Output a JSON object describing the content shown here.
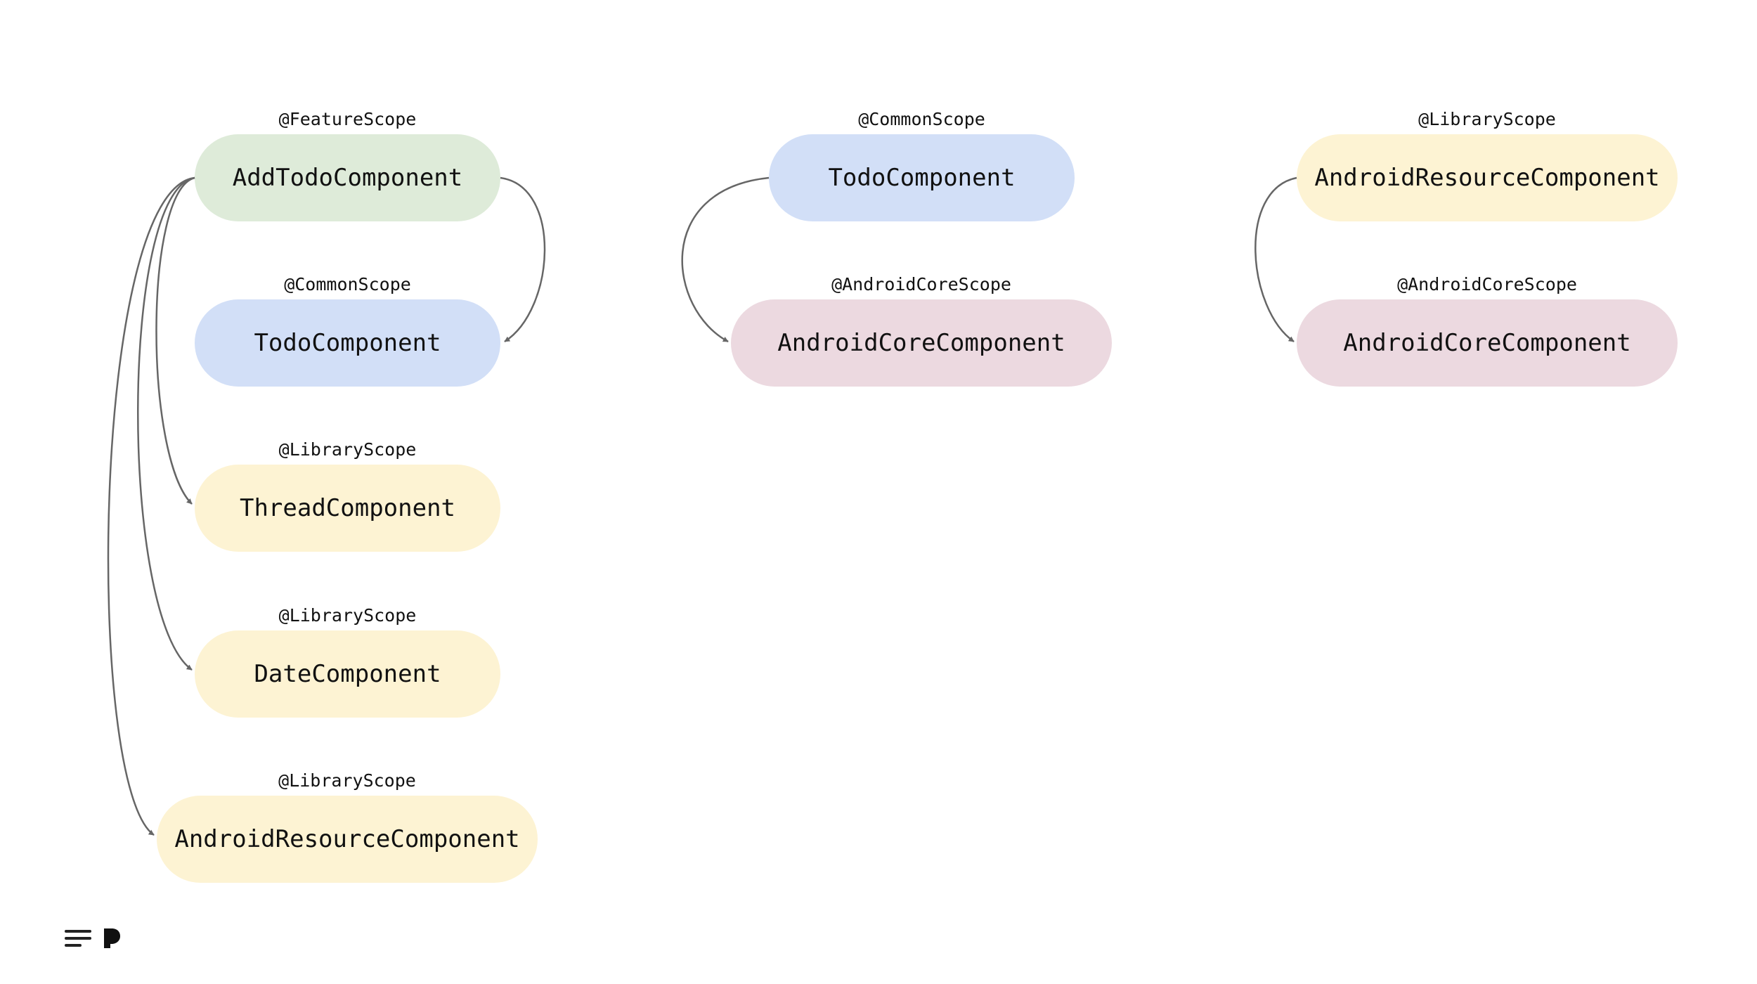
{
  "colors": {
    "feature": "#deebd9",
    "common": "#d2dff7",
    "library": "#fdf3d3",
    "androidcore": "#ecd9e0",
    "edge": "#666666"
  },
  "groups": [
    {
      "nodes": [
        {
          "scope": "@FeatureScope",
          "name": "AddTodoComponent",
          "color_key": "feature"
        },
        {
          "scope": "@CommonScope",
          "name": "TodoComponent",
          "color_key": "common"
        },
        {
          "scope": "@LibraryScope",
          "name": "ThreadComponent",
          "color_key": "library"
        },
        {
          "scope": "@LibraryScope",
          "name": "DateComponent",
          "color_key": "library"
        },
        {
          "scope": "@LibraryScope",
          "name": "AndroidResourceComponent",
          "color_key": "library"
        }
      ]
    },
    {
      "nodes": [
        {
          "scope": "@CommonScope",
          "name": "TodoComponent",
          "color_key": "common"
        },
        {
          "scope": "@AndroidCoreScope",
          "name": "AndroidCoreComponent",
          "color_key": "androidcore"
        }
      ]
    },
    {
      "nodes": [
        {
          "scope": "@LibraryScope",
          "name": "AndroidResourceComponent",
          "color_key": "library"
        },
        {
          "scope": "@AndroidCoreScope",
          "name": "AndroidCoreComponent",
          "color_key": "androidcore"
        }
      ]
    }
  ],
  "edges": [
    {
      "from": "AddTodoComponent",
      "to": "TodoComponent"
    },
    {
      "from": "AddTodoComponent",
      "to": "ThreadComponent"
    },
    {
      "from": "AddTodoComponent",
      "to": "DateComponent"
    },
    {
      "from": "AddTodoComponent",
      "to": "AndroidResourceComponent"
    },
    {
      "from": "TodoComponent",
      "to": "AndroidCoreComponent"
    },
    {
      "from": "AndroidResourceComponent",
      "to": "AndroidCoreComponent"
    }
  ],
  "footer": {
    "icons": [
      "menu-icon",
      "brand-logo-icon"
    ]
  }
}
